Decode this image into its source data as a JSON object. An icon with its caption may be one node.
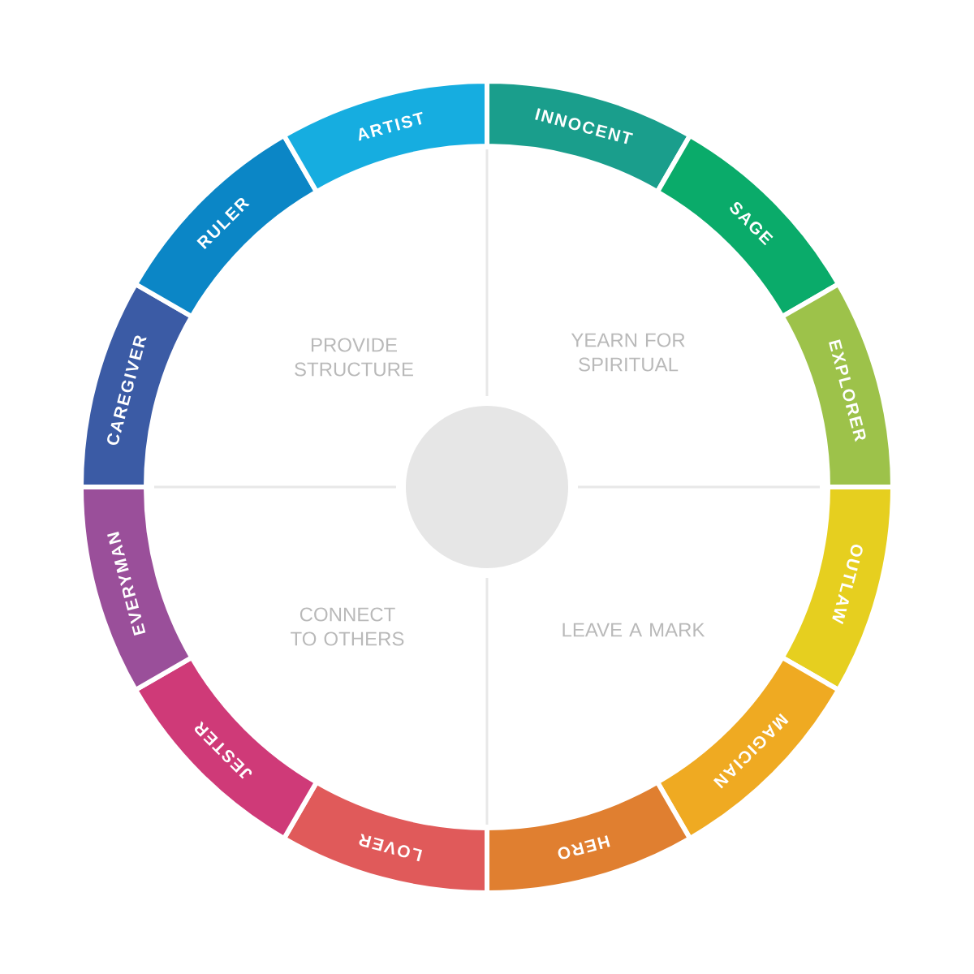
{
  "diagram": {
    "nodes": [
      {
        "text": [
          "INNOCENT"
        ]
      },
      {
        "text": [
          "SAGE"
        ]
      },
      {
        "text": [
          "EXPLORER"
        ]
      },
      {
        "text": [
          "OUTLAW"
        ]
      },
      {
        "text": [
          "MAGICIAN"
        ]
      },
      {
        "text": [
          "HERO"
        ]
      },
      {
        "text": [
          "LOVER"
        ]
      },
      {
        "text": [
          "JESTER"
        ]
      },
      {
        "text": [
          "EVERYMAN"
        ]
      },
      {
        "text": [
          "CAREGIVER"
        ]
      },
      {
        "text": [
          "RULER"
        ]
      },
      {
        "text": [
          "ARTIST"
        ]
      },
      {
        "text": [],
        "shape": "circle"
      }
    ],
    "labels": [
      "PROVIDE STRUCTURE",
      "YEARN FOR SPIRITUAL",
      "CONNECT TO OTHERS",
      "LEAVE A MARK"
    ]
  }
}
